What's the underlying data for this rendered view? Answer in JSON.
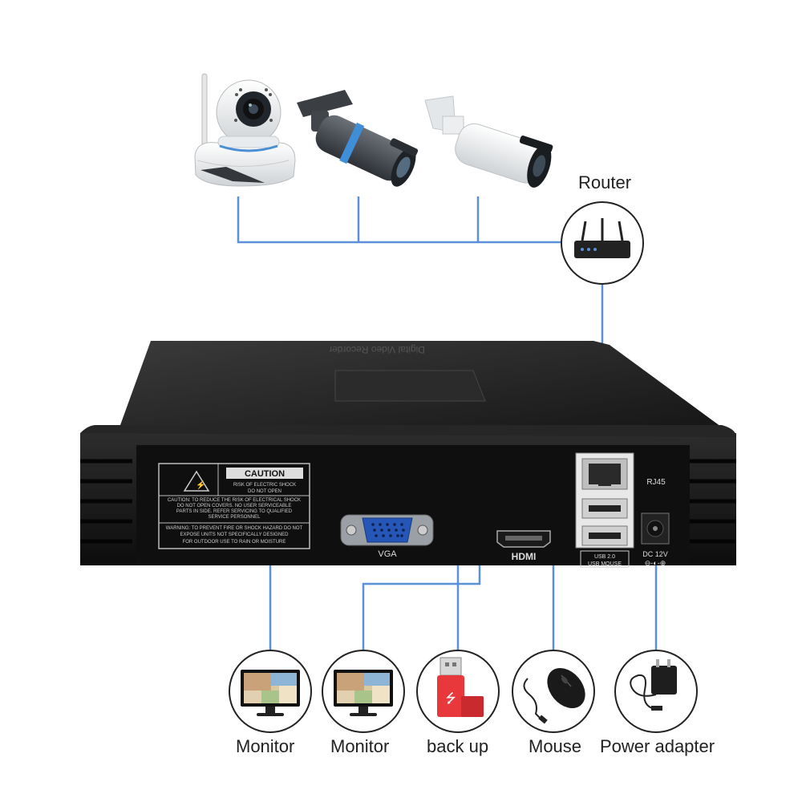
{
  "router": {
    "label": "Router"
  },
  "nvr": {
    "top_print": "Digital Video Recorder",
    "caution_title": "CAUTION",
    "caution_line1": "RISK OF ELECTRIC SHOCK",
    "caution_line2": "DO NOT OPEN",
    "warn_lines": [
      "CAUTION: TO REDUCE THE RISK OF ELECTRICAL SHOCK",
      "DO NOT OPEN COVERS. NO USER SERVICEABLE",
      "PARTS IN SIDE. REFER SERVICING TO QUALIFIED",
      "SERVICE PERSONNEL",
      "WARNING: TO PREVENT FIRE OR SHOCK HAZARD DO NOT",
      "EXPOSE UNITS NOT SPECIFICALLY DESIGNED",
      "FOR OUTDOOR USE TO RAIN OR MOISTURE"
    ],
    "vga_label": "VGA",
    "hdmi_label": "HDMI",
    "rj45_label": "RJ45",
    "usb_label1": "USB 2.0",
    "usb_label2": "USB MOUSE",
    "dc_label": "DC 12V"
  },
  "devices": [
    {
      "label": "Monitor",
      "icon": "monitor-icon"
    },
    {
      "label": "Monitor",
      "icon": "monitor-icon"
    },
    {
      "label": "back up",
      "icon": "usb-drive-icon"
    },
    {
      "label": "Mouse",
      "icon": "mouse-icon"
    },
    {
      "label": "Power adapter",
      "icon": "power-adapter-icon"
    }
  ],
  "colors": {
    "line": "#5b8fd8",
    "nvr_body": "#1a1a1a",
    "usb_drive": "#e8383b"
  }
}
